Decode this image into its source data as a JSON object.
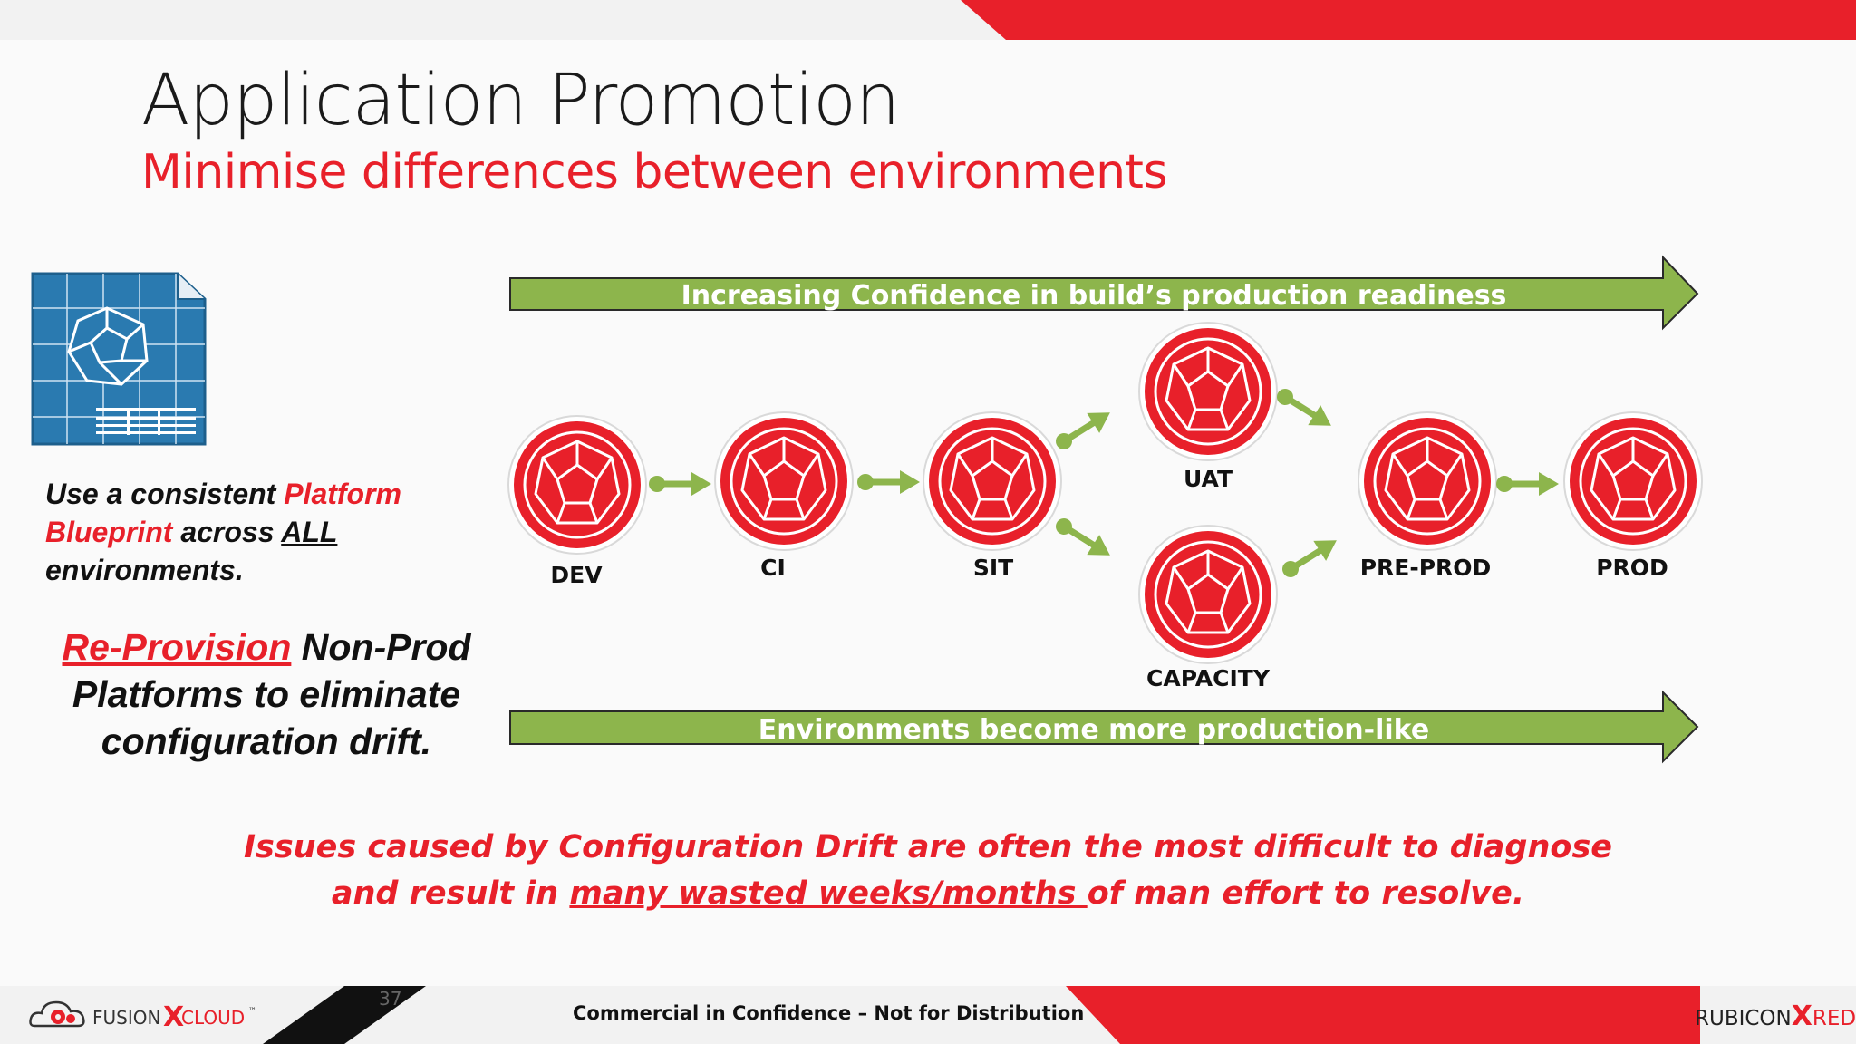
{
  "slide": {
    "title": "Application Promotion",
    "subtitle": "Minimise differences between environments",
    "page_number": "37"
  },
  "left": {
    "line1_a": "Use a consistent ",
    "line1_b": "Platform",
    "line2_a": "Blueprint",
    "line2_b": " across ",
    "line2_c": "ALL",
    "line3": "environments.",
    "reprov_a": "Re-Provision",
    "reprov_b": " Non-Prod",
    "reprov_c": "Platforms to eliminate",
    "reprov_d": "configuration drift."
  },
  "arrows": {
    "top": "Increasing Confidence in build’s production readiness",
    "bottom": "Environments become more production-like"
  },
  "nodes": [
    {
      "label": "DEV"
    },
    {
      "label": "CI"
    },
    {
      "label": "SIT"
    },
    {
      "label": "UAT"
    },
    {
      "label": "CAPACITY"
    },
    {
      "label": "PRE-PROD"
    },
    {
      "label": "PROD"
    }
  ],
  "message": {
    "line1": "Issues caused by Configuration Drift are often the most difficult to diagnose",
    "line2_a": "and result in ",
    "line2_b": "many wasted weeks/months ",
    "line2_c": "of man effort to resolve."
  },
  "footer": {
    "confidential": "Commercial in Confidence – Not for Distribution",
    "logo_left_a": "FUSION",
    "logo_left_b": "CLOUD",
    "logo_left_tm": "™",
    "logo_right_a": "RUBICON",
    "logo_right_b": "RED"
  },
  "colors": {
    "brand_red": "#e8202a",
    "arrow_green": "#8db54c",
    "blueprint_blue": "#2a7ab0"
  },
  "icons": [
    "blueprint-icon",
    "dodecahedron-icon",
    "cloud-gear-icon"
  ]
}
